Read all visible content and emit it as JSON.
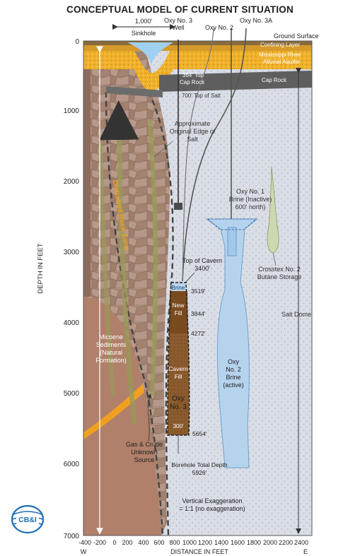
{
  "title": "CONCEPTUAL MODEL OF CURRENT SITUATION",
  "axes": {
    "y_label": "DEPTH IN FEET",
    "x_label": "DISTANCE IN FEET",
    "west": "W",
    "east": "E",
    "y_ticks": [
      "0",
      "1000",
      "2000",
      "3000",
      "4000",
      "5000",
      "6000",
      "7000"
    ],
    "x_ticks": [
      "-400",
      "-200",
      "0",
      "200",
      "400",
      "600",
      "800",
      "1000",
      "1200",
      "1400",
      "1600",
      "1800",
      "2000",
      "2200",
      "2400"
    ]
  },
  "wells": {
    "oxy3": "Oxy No. 3",
    "oxy3_sub": "Well",
    "oxy2": "Oxy No. 2",
    "oxy3a": "Oxy No. 3A"
  },
  "surface": {
    "width_label": "1,000'",
    "sinkhole": "Sinkhole",
    "ground_surface": "Ground Surface",
    "confining_layer": "Confining Layer",
    "river_line1": "Mississippi River",
    "river_line2": "Alluvial Aquifer",
    "cap_rock_top_line1": "364' Top",
    "cap_rock_top_line2": "Cap Rock",
    "salt_top": "700' Top of Salt",
    "cap_rock": "Cap Rock"
  },
  "labels": {
    "edge_line1": "Approximate",
    "edge_line2": "Original Edge of",
    "edge_line3": "Salt",
    "disturbed_rock": "Disturbed Rock Zone",
    "oxy1_line1": "Oxy No. 1",
    "oxy1_line2": "Brine (Inactive)",
    "oxy1_line3": "600' north)",
    "crosstex_line1": "Crosstex No. 2",
    "crosstex_line2": "Butane Storage",
    "salt_dome": "Salt Dome",
    "cavern_top_line1": "Top of Cavern",
    "cavern_top_line2": "3400'",
    "d3519": "3519'",
    "d3844": "3844'",
    "d4272": "4272'",
    "d5654": "5654'",
    "brine": "Brine",
    "new_fill_line1": "New",
    "new_fill_line2": "Fill",
    "cavern_fill_line1": "Cavern",
    "cavern_fill_line2": "Fill",
    "oxy3_line1": "Oxy",
    "oxy3_line2": "No. 3",
    "cavern_width": "300'",
    "oxy2_line1": "Oxy",
    "oxy2_line2": "No. 2",
    "oxy2_line3": "Brine",
    "oxy2_line4": "(active)",
    "miocene_line1": "Micoene",
    "miocene_line2": "Sediments",
    "miocene_line3": "(Natural",
    "miocene_line4": "Formation)",
    "gas_line1": "Gas & Crude",
    "gas_line2": "Unknown",
    "gas_line3": "Source",
    "borehole_line1": "Borehole Total Depth",
    "borehole_line2": "5926'",
    "ve_line1": "Vertical Exaggeration",
    "ve_line2": "= 1:1 (no exaggeration)"
  },
  "logo": {
    "text": "CB&I"
  },
  "colors": {
    "salt": "#d7dbe3",
    "alluvial": "#f0b12a",
    "cap_rock": "#5e5e5e",
    "disturbed": "#a88a78",
    "miocene": "#b0806a",
    "cavern_fill": "#8a5a2c",
    "brine_cavern": "#b9d7f0",
    "logo": "#1d6fb5"
  }
}
